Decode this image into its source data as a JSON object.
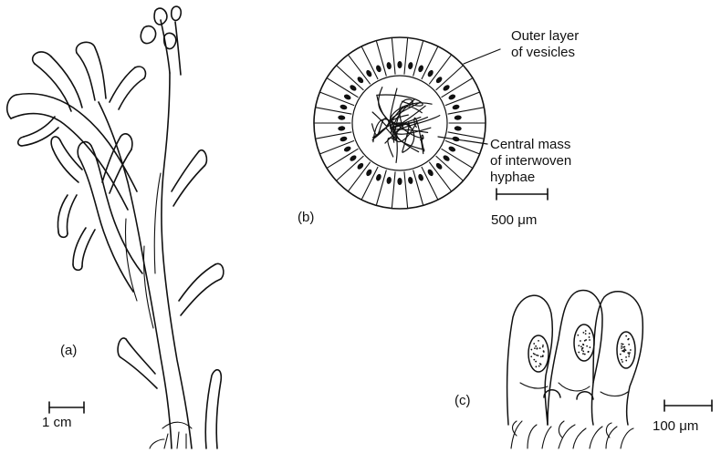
{
  "panels": {
    "a": {
      "label": "(a)",
      "scale": "1 cm"
    },
    "b": {
      "label": "(b)",
      "scale": "500 μm",
      "callouts": [
        "Outer layer",
        "of vesicles",
        "Central mass",
        "of interwoven",
        "hyphae"
      ]
    },
    "c": {
      "label": "(c)",
      "scale": "100 μm"
    }
  },
  "colors": {
    "ink": "#111111",
    "paper": "#ffffff"
  }
}
